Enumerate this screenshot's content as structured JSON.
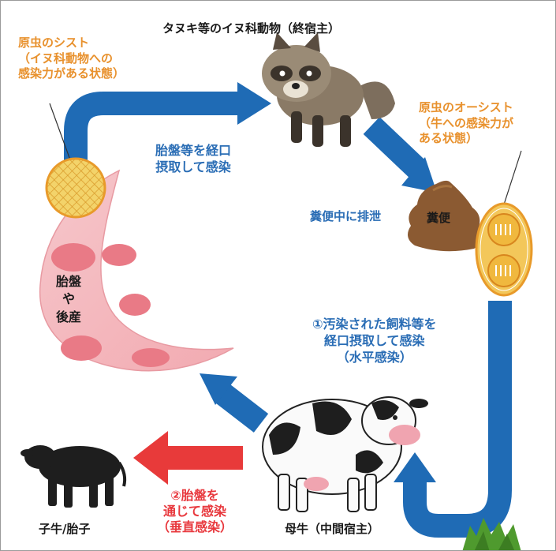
{
  "title": "タヌキ等のイヌ科動物（終宿主）",
  "cyst_label": [
    "原虫のシスト",
    "（イヌ科動物への",
    "感染力がある状態）"
  ],
  "oocyst_label": [
    "原虫のオーシスト",
    "（牛への感染力が",
    "ある状態）"
  ],
  "oral_infection_label": [
    "胎盤等を経口",
    "摂取して感染"
  ],
  "excretion_label": "糞便中に排泄",
  "feces_label": "糞便",
  "placenta_label": [
    "胎盤",
    "や",
    "後産"
  ],
  "horizontal_label": [
    "①汚染された飼料等を",
    "経口摂取して感染",
    "（水平感染）"
  ],
  "vertical_label": [
    "②胎盤を",
    "通じて感染",
    "（垂直感染）"
  ],
  "calf_label": "子牛/胎子",
  "mother_label": "母牛（中間宿主）",
  "colors": {
    "arrow_blue": "#1f6bb5",
    "arrow_red": "#e83a3a",
    "text_orange": "#e8912d",
    "text_blue": "#2a6db5",
    "text_red": "#e8383d"
  }
}
